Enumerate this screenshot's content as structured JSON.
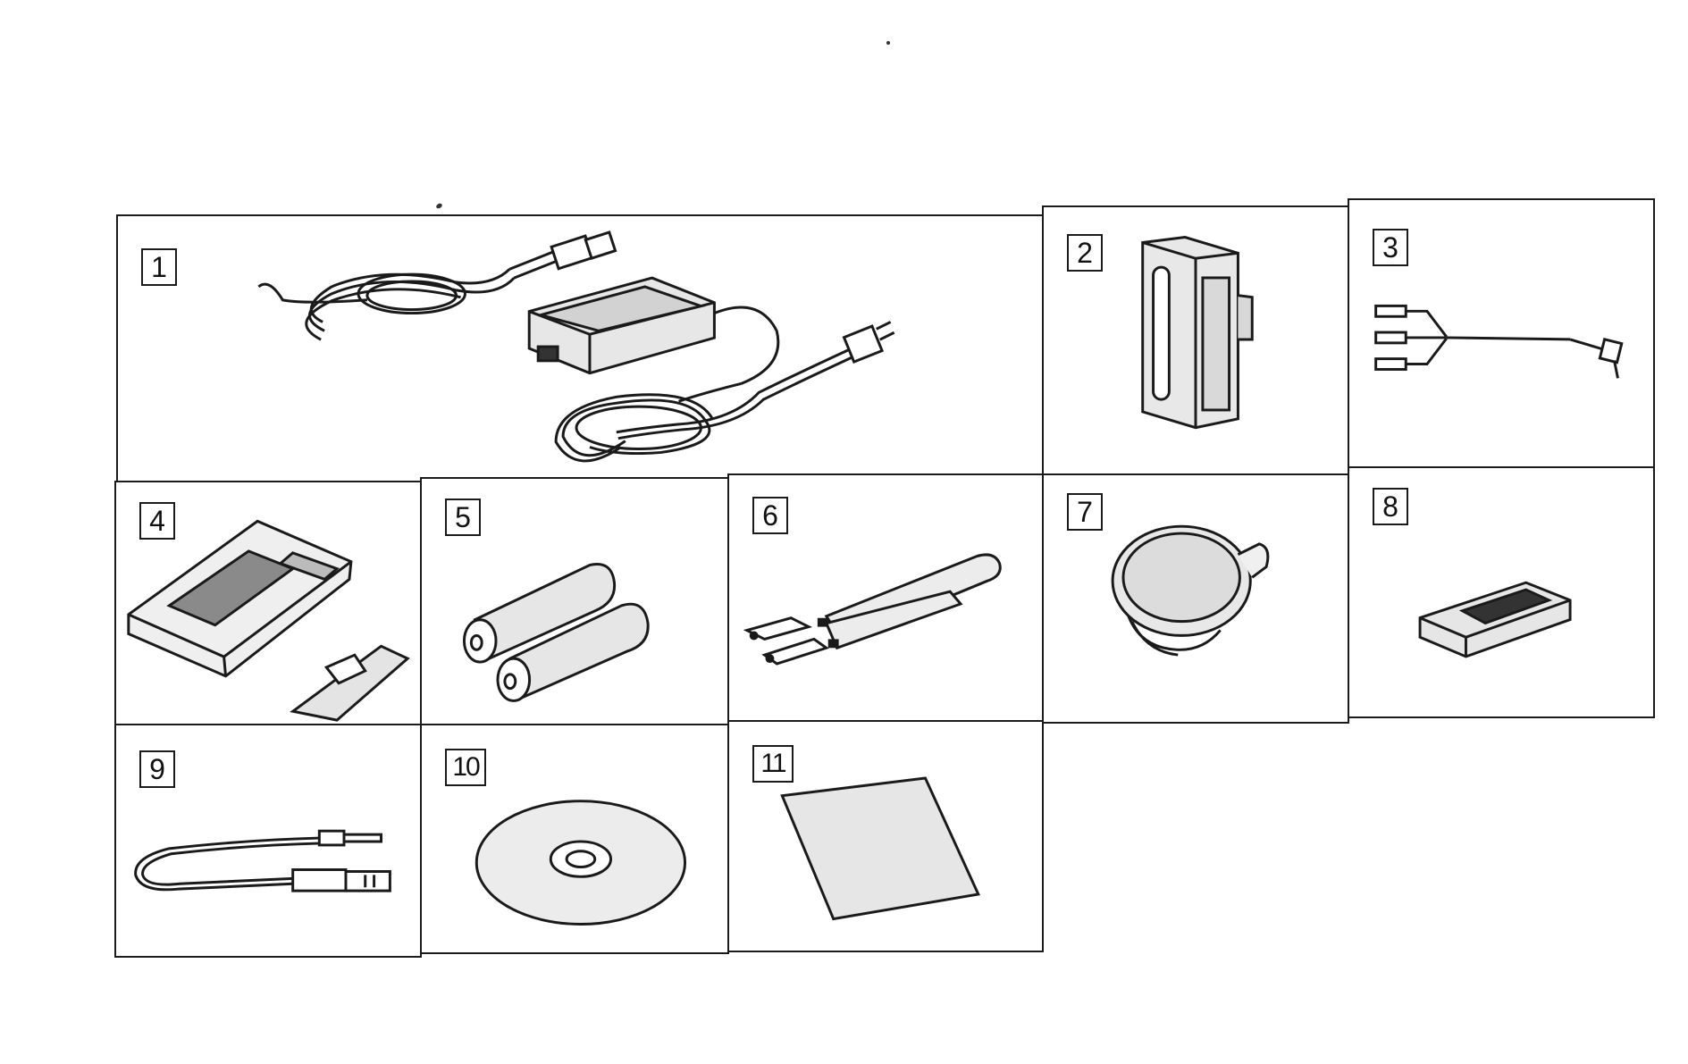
{
  "items": [
    {
      "number": "1"
    },
    {
      "number": "2"
    },
    {
      "number": "3"
    },
    {
      "number": "4"
    },
    {
      "number": "5"
    },
    {
      "number": "6"
    },
    {
      "number": "7"
    },
    {
      "number": "8"
    },
    {
      "number": "9"
    },
    {
      "number": "10"
    },
    {
      "number": "11"
    }
  ],
  "icons": {
    "1": "ac-adaptor-with-power-cord-icon",
    "2": "rechargeable-battery-pack-icon",
    "3": "av-connecting-cable-icon",
    "4": "remote-commander-icon",
    "5": "aa-batteries-icon",
    "6": "shoulder-strap-icon",
    "7": "lens-cap-icon",
    "8": "memory-stick-adaptor-icon",
    "9": "usb-cable-icon",
    "10": "cd-rom-icon",
    "11": "cleaning-cloth-icon"
  }
}
